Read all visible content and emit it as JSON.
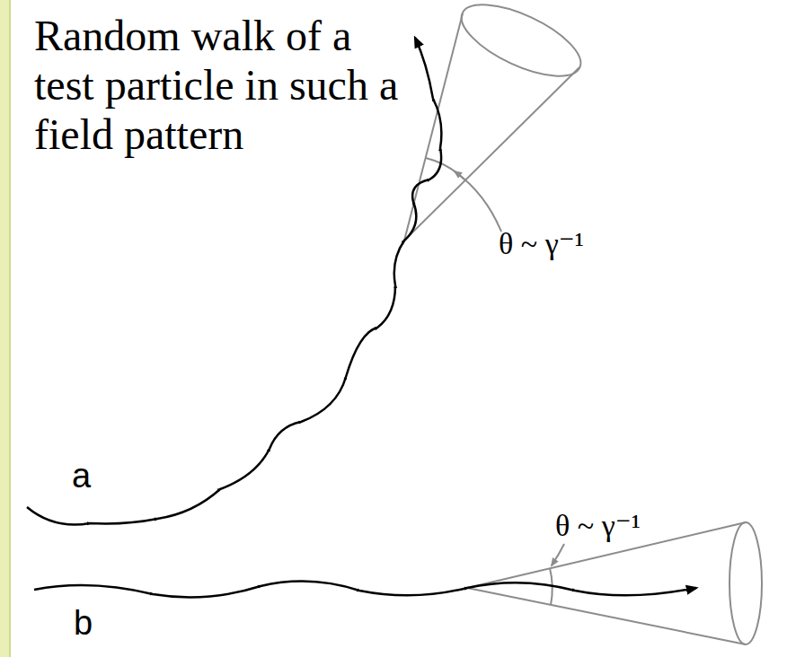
{
  "diagram": {
    "labels": [
      "Random walk of a test particle in such a field pattern",
      "θ ~ γ⁻¹",
      "a",
      "θ ~ γ⁻¹",
      "b"
    ]
  }
}
